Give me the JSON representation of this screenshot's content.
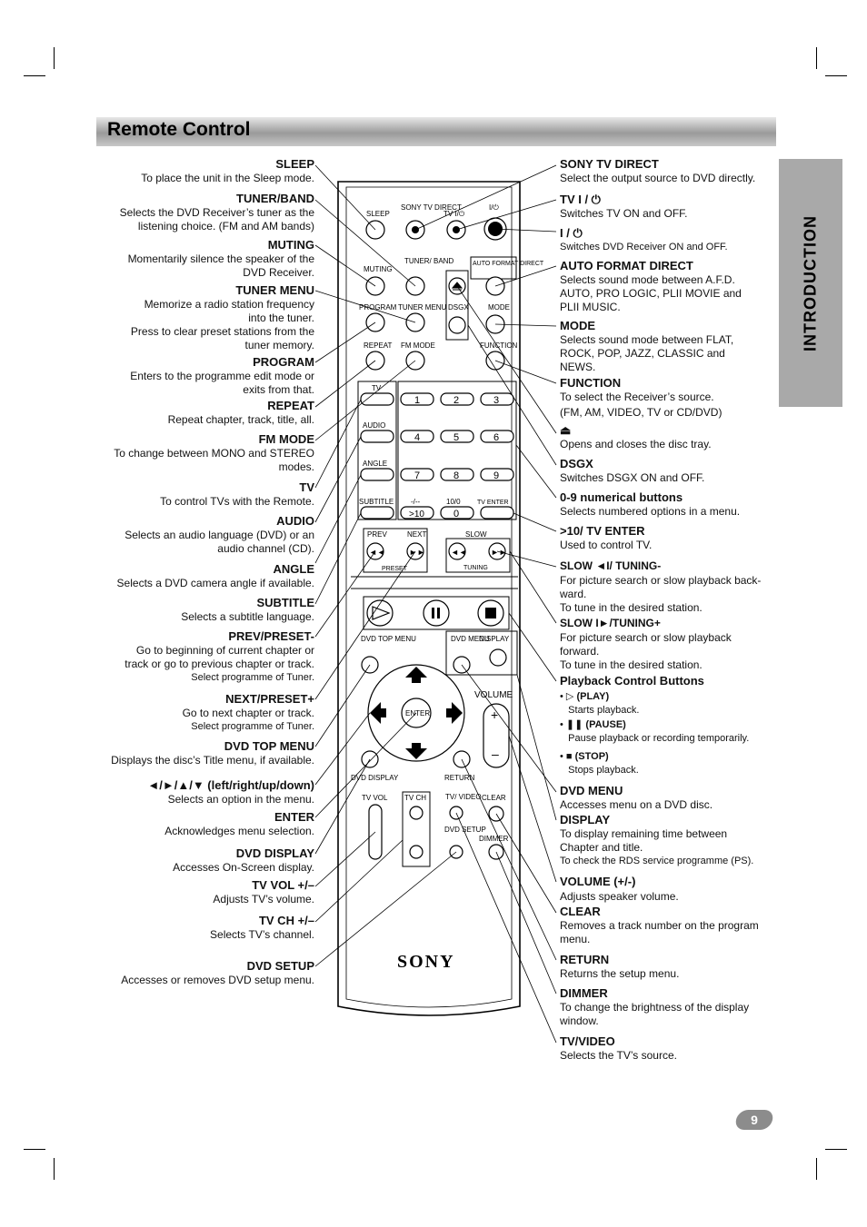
{
  "title": "Remote Control",
  "side_tab": "INTRODUCTION",
  "page_number": "9",
  "brand": "SONY",
  "left": [
    {
      "title": "SLEEP",
      "desc": [
        "To place the unit in the Sleep mode."
      ]
    },
    {
      "title": "TUNER/BAND",
      "desc": [
        "Selects the DVD Receiver’s tuner as the",
        "listening choice. (FM and AM bands)"
      ]
    },
    {
      "title": "MUTING",
      "desc": [
        "Momentarily silence the speaker of the",
        "DVD Receiver."
      ]
    },
    {
      "title": "TUNER MENU",
      "desc": [
        "Memorize a radio station frequency",
        "into the tuner.",
        "Press to clear preset stations from the",
        "tuner memory."
      ]
    },
    {
      "title": "PROGRAM",
      "desc": [
        "Enters to the programme edit mode or",
        "exits from that."
      ]
    },
    {
      "title": "REPEAT",
      "desc": [
        "Repeat chapter, track, title, all."
      ]
    },
    {
      "title": "FM MODE",
      "desc": [
        "To change between MONO and STEREO",
        "modes."
      ]
    },
    {
      "title": "TV",
      "desc": [
        "To control TVs with the Remote."
      ]
    },
    {
      "title": "AUDIO",
      "desc": [
        "Selects an audio language (DVD) or an",
        "audio channel (CD)."
      ]
    },
    {
      "title": "ANGLE",
      "desc": [
        "Selects a DVD camera angle if available."
      ]
    },
    {
      "title": "SUBTITLE",
      "desc": [
        "Selects a subtitle language."
      ]
    },
    {
      "title": "PREV/PRESET-",
      "desc": [
        "Go to beginning of current chapter or",
        "track or go to previous chapter or track."
      ],
      "small": "Select programme of Tuner."
    },
    {
      "title": "NEXT/PRESET+",
      "desc": [
        "Go to next chapter or track."
      ],
      "small": "Select programme of Tuner."
    },
    {
      "title": "DVD TOP MENU",
      "desc": [
        "Displays the disc’s Title menu, if available."
      ]
    },
    {
      "title": "◄/►/▲/▼ (left/right/up/down)",
      "desc": [
        "Selects an option in the menu."
      ]
    },
    {
      "title": "ENTER",
      "desc": [
        "Acknowledges menu selection."
      ]
    },
    {
      "title": "DVD DISPLAY",
      "desc": [
        "Accesses On-Screen display."
      ]
    },
    {
      "title": "TV VOL +/–",
      "desc": [
        "Adjusts TV’s volume."
      ]
    },
    {
      "title": "TV CH +/–",
      "desc": [
        "Selects TV’s channel."
      ]
    },
    {
      "title": "DVD SETUP",
      "desc": [
        "Accesses or removes DVD setup menu."
      ]
    }
  ],
  "right": [
    {
      "title": "SONY TV DIRECT",
      "desc": [
        "Select the output source to DVD directly."
      ]
    },
    {
      "title": "TV I / ⏻",
      "desc": [
        "Switches TV ON and OFF."
      ]
    },
    {
      "title": "I / ⏻",
      "desc": [
        "Switches DVD Receiver ON and OFF."
      ]
    },
    {
      "title": "AUTO FORMAT DIRECT",
      "desc": [
        "Selects sound mode between A.F.D.",
        "AUTO, PRO LOGIC, PLII MOVIE and",
        "PLII MUSIC."
      ]
    },
    {
      "title": "MODE",
      "desc": [
        "Selects sound mode between FLAT,",
        "ROCK, POP, JAZZ, CLASSIC and",
        "NEWS."
      ]
    },
    {
      "title": "FUNCTION",
      "desc": [
        "To select the Receiver’s source.",
        "(FM, AM, VIDEO, TV or CD/DVD)"
      ]
    },
    {
      "title": "⏏",
      "desc": [
        "Opens and closes the disc tray."
      ]
    },
    {
      "title": "DSGX",
      "desc": [
        "Switches DSGX ON and OFF."
      ]
    },
    {
      "title": "0-9 numerical buttons",
      "desc": [
        "Selects numbered options in a menu."
      ]
    },
    {
      "title": ">10/ TV ENTER",
      "desc": [
        "Used to control TV."
      ]
    },
    {
      "title": "SLOW ◄I/ TUNING-",
      "desc": [
        "For picture search or slow playback back-",
        "ward.",
        "To tune in the desired station."
      ]
    },
    {
      "title": "SLOW I►/TUNING+",
      "desc": [
        "For picture search or slow playback",
        "forward.",
        "To tune in the desired station."
      ]
    },
    {
      "title": "Playback Control Buttons",
      "desc": []
    },
    {
      "title": "DVD MENU",
      "desc": [
        "Accesses menu on a DVD disc."
      ]
    },
    {
      "title": "DISPLAY",
      "desc": [
        "To display remaining time between",
        "Chapter and title."
      ],
      "small": "To check the RDS service programme (PS)."
    },
    {
      "title": "VOLUME (+/-)",
      "desc": [
        "Adjusts speaker volume."
      ]
    },
    {
      "title": "CLEAR",
      "desc": [
        "Removes a track number on the program",
        "menu."
      ]
    },
    {
      "title": "RETURN",
      "desc": [
        "Returns the setup menu."
      ]
    },
    {
      "title": "DIMMER",
      "desc": [
        "To change the brightness of the display",
        "window."
      ]
    },
    {
      "title": "TV/VIDEO",
      "desc": [
        "Selects the TV’s source."
      ]
    }
  ],
  "playback": {
    "play_label": "(PLAY)",
    "play_desc": "Starts playback.",
    "pause_label": "(PAUSE)",
    "pause_desc": "Pause playback or recording temporarily.",
    "stop_label": "(STOP)",
    "stop_desc": "Stops playback."
  },
  "remote_labels": {
    "sleep": "SLEEP",
    "sony_tv_direct": "SONY TV DIRECT",
    "tv_power": "TV I/⏻",
    "power": "I/⏻",
    "muting": "MUTING",
    "tuner_band": "TUNER/ BAND",
    "auto_format_direct": "AUTO FORMAT DIRECT",
    "program": "PROGRAM",
    "tuner_menu": "TUNER MENU",
    "dsgx": "DSGX",
    "mode": "MODE",
    "repeat": "REPEAT",
    "fm_mode": "FM MODE",
    "function": "FUNCTION",
    "tv": "TV",
    "audio": "AUDIO",
    "angle": "ANGLE",
    "subtitle": "SUBTITLE",
    "digits": [
      "1",
      "2",
      "3",
      "4",
      "5",
      "6",
      "7",
      "8",
      "9"
    ],
    "dash_dash": "-/--",
    "gt10": ">10",
    "ten_zero": "10/0",
    "zero": "0",
    "tv_enter": "TV ENTER",
    "prev": "PREV",
    "next": "NEXT",
    "preset": "PRESET",
    "slow": "SLOW",
    "tuning": "TUNING",
    "dvd_top_menu": "DVD TOP MENU",
    "dvd_menu": "DVD MENU",
    "display": "DISPLAY",
    "enter": "ENTER",
    "volume": "VOLUME",
    "dvd_display": "DVD DISPLAY",
    "return": "RETURN",
    "tv_video": "TV/ VIDEO",
    "tv_vol": "TV VOL",
    "tv_ch": "TV CH",
    "clear": "CLEAR",
    "dvd_setup": "DVD SETUP",
    "dimmer": "DIMMER"
  }
}
